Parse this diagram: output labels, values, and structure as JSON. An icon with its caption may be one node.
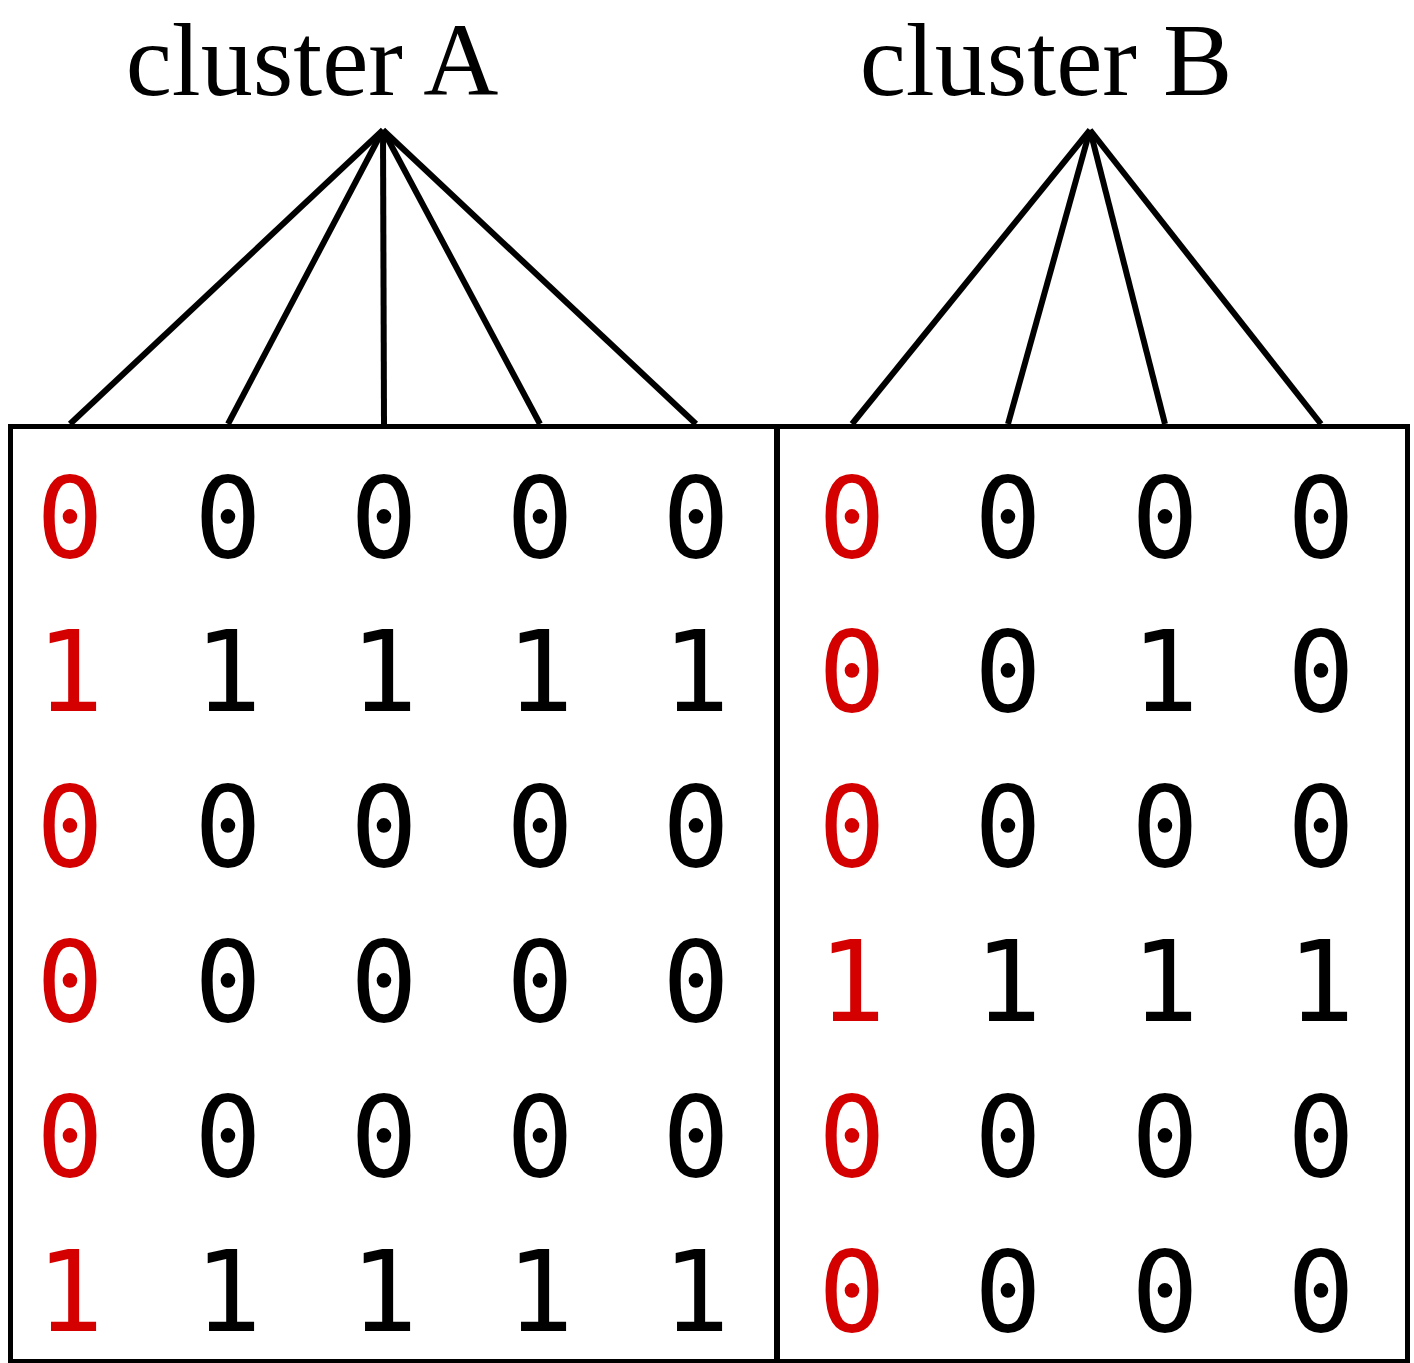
{
  "diagram": {
    "nodes": [
      {
        "text": [
          "cluster A"
        ]
      },
      {
        "text": [
          "cluster B"
        ]
      },
      {
        "text": [],
        "shape": "box"
      },
      {
        "text": [
          "0",
          "1",
          "0",
          "0",
          "0",
          "1"
        ],
        "in": 2
      },
      {
        "text": [
          "0",
          "1",
          "0",
          "0",
          "0",
          "1"
        ],
        "in": 2
      },
      {
        "text": [
          "0",
          "1",
          "0",
          "0",
          "0",
          "1"
        ],
        "in": 2
      },
      {
        "text": [
          "0",
          "1",
          "0",
          "0",
          "0",
          "1"
        ],
        "in": 2
      },
      {
        "text": [
          "0",
          "1",
          "0",
          "0",
          "0",
          "1"
        ],
        "in": 2
      },
      {
        "text": [],
        "shape": "box"
      },
      {
        "text": [
          "0",
          "0",
          "0",
          "1",
          "0",
          "0"
        ],
        "in": 8
      },
      {
        "text": [
          "0",
          "0",
          "0",
          "1",
          "0",
          "0"
        ],
        "in": 8
      },
      {
        "text": [
          "0",
          "1",
          "0",
          "1",
          "0",
          "0"
        ],
        "in": 8
      },
      {
        "text": [
          "0",
          "0",
          "0",
          "1",
          "0",
          "0"
        ],
        "in": 8
      }
    ],
    "edges": [
      {
        "from": 0,
        "to": 3,
        "arrow": "none"
      },
      {
        "from": 0,
        "to": 4,
        "arrow": "none"
      },
      {
        "from": 0,
        "to": 5,
        "arrow": "none"
      },
      {
        "from": 0,
        "to": 6,
        "arrow": "none"
      },
      {
        "from": 0,
        "to": 7,
        "arrow": "none"
      },
      {
        "from": 1,
        "to": 9,
        "arrow": "none"
      },
      {
        "from": 1,
        "to": 10,
        "arrow": "none"
      },
      {
        "from": 1,
        "to": 11,
        "arrow": "none"
      },
      {
        "from": 1,
        "to": 12,
        "arrow": "none"
      }
    ]
  }
}
